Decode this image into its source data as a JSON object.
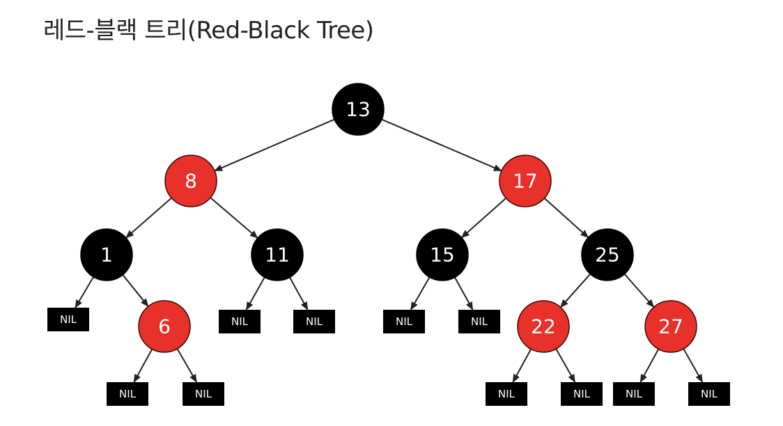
{
  "title": "레드-블랙 트리(Red-Black Tree)",
  "colors": {
    "red": "#e8312a",
    "black": "#000000",
    "edge": "#222222"
  },
  "tree": {
    "nodes": [
      {
        "id": "n13",
        "label": "13",
        "color": "black"
      },
      {
        "id": "n8",
        "label": "8",
        "color": "red"
      },
      {
        "id": "n17",
        "label": "17",
        "color": "red"
      },
      {
        "id": "n1",
        "label": "1",
        "color": "black"
      },
      {
        "id": "n11",
        "label": "11",
        "color": "black"
      },
      {
        "id": "n15",
        "label": "15",
        "color": "black"
      },
      {
        "id": "n25",
        "label": "25",
        "color": "black"
      },
      {
        "id": "n6",
        "label": "6",
        "color": "red"
      },
      {
        "id": "n22",
        "label": "22",
        "color": "red"
      },
      {
        "id": "n27",
        "label": "27",
        "color": "red"
      }
    ],
    "nil_label": "NIL",
    "edges": [
      [
        "n13",
        "n8"
      ],
      [
        "n13",
        "n17"
      ],
      [
        "n8",
        "n1"
      ],
      [
        "n8",
        "n11"
      ],
      [
        "n17",
        "n15"
      ],
      [
        "n17",
        "n25"
      ],
      [
        "n1",
        "nil_1_left"
      ],
      [
        "n1",
        "n6"
      ],
      [
        "n6",
        "nil_6_left"
      ],
      [
        "n6",
        "nil_6_right"
      ],
      [
        "n11",
        "nil_11_left"
      ],
      [
        "n11",
        "nil_11_right"
      ],
      [
        "n15",
        "nil_15_left"
      ],
      [
        "n15",
        "nil_15_right"
      ],
      [
        "n25",
        "n22"
      ],
      [
        "n25",
        "n27"
      ],
      [
        "n22",
        "nil_22_left"
      ],
      [
        "n22",
        "nil_22_right"
      ],
      [
        "n27",
        "nil_27_left"
      ],
      [
        "n27",
        "nil_27_right"
      ]
    ],
    "nils": [
      "nil_1_left",
      "nil_6_left",
      "nil_6_right",
      "nil_11_left",
      "nil_11_right",
      "nil_15_left",
      "nil_15_right",
      "nil_22_left",
      "nil_22_right",
      "nil_27_left",
      "nil_27_right"
    ]
  }
}
